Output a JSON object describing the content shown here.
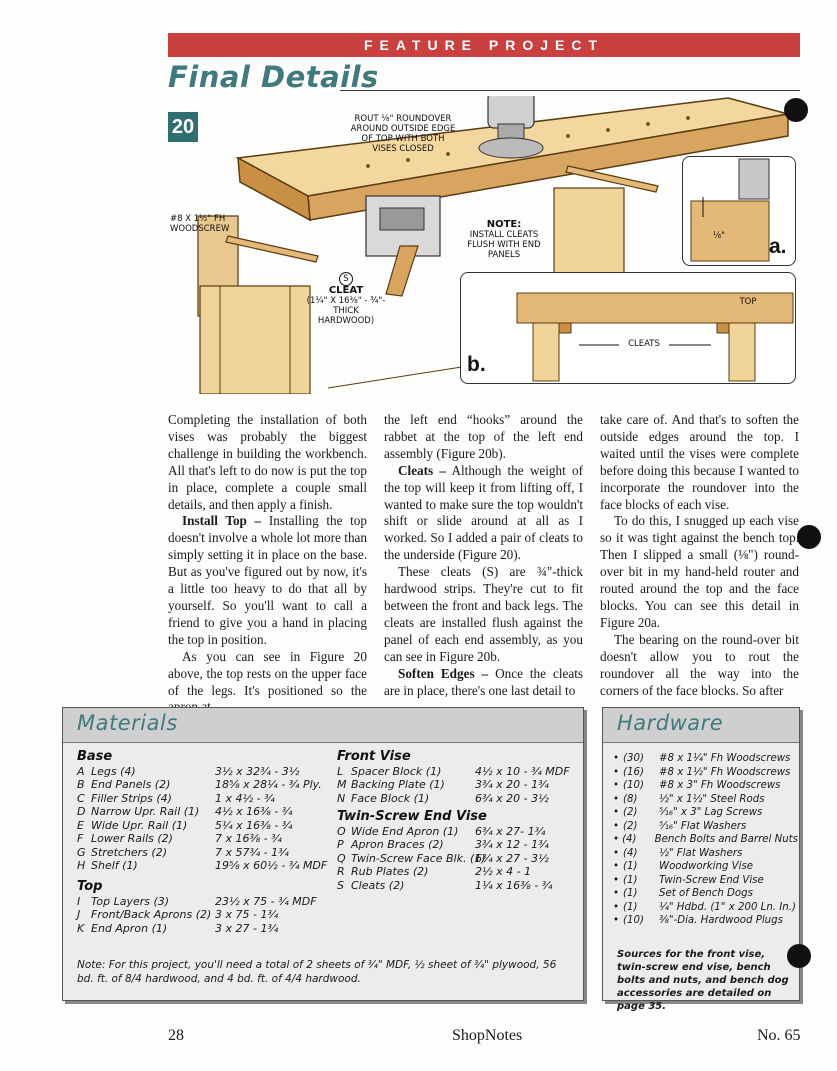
{
  "banner": "FEATURE PROJECT",
  "title": "Final Details",
  "figure": {
    "number": "20",
    "labels": {
      "rout": "ROUT ⅛\" ROUNDOVER AROUND OUTSIDE EDGE OF TOP WITH BOTH VISES CLOSED",
      "woodscrew": "#8 x 1½\" Fh WOODSCREW",
      "note_title": "NOTE:",
      "note_text": "INSTALL CLEATS FLUSH WITH END PANELS",
      "cleat_letter": "S",
      "cleat_title": "CLEAT",
      "cleat_text": "(1¼\" x 16⅜\" - ¾\"-THICK HARDWOOD)",
      "inset_a": "a.",
      "inset_a_dim": "⅛\"",
      "inset_b": "b.",
      "top": "TOP",
      "cleats": "CLEATS"
    }
  },
  "body": {
    "col1": [
      {
        "text": "Completing the installation of both vises was probably the biggest challenge in building the workbench. All that's left to do now is put the top in place, complete a couple small details, and then apply a finish."
      },
      {
        "head": "Install Top –",
        "text": " Installing the top doesn't involve a whole lot more than simply setting it in place on the base. But as you've figured out by now, it's a little too heavy to do that all by yourself. So you'll want to call a friend to give you a hand in placing the top in position."
      },
      {
        "text": "As you can see in Figure 20 above, the top rests on the upper face of the legs. It's positioned so the apron at"
      }
    ],
    "col2": [
      {
        "text": "the left end “hooks” around the rabbet at the top of the left end assembly (Figure 20b)."
      },
      {
        "head": "Cleats –",
        "text": " Although the weight of the top will keep it from lifting off, I wanted to make sure the top wouldn't shift or slide around at all as I worked. So I added a pair of cleats to the underside (Figure 20)."
      },
      {
        "text": "These cleats (S) are ¾\"-thick hardwood strips. They're cut to fit between the front and back legs. The cleats are installed flush against the panel of each end assembly, as you can see in Figure 20b."
      },
      {
        "head": "Soften Edges –",
        "text": " Once the cleats are in place, there's one last detail to"
      }
    ],
    "col3": [
      {
        "text": "take care of. And that's to soften the outside edges around the top. I waited until the vises were complete before doing this because I wanted to incorporate the roundover into the face blocks of each vise."
      },
      {
        "text": "To do this, I snugged up each vise so it was tight against the bench top. Then I slipped a small (⅛\") round-over bit in my hand-held router and routed around the top and the face blocks. You can see this detail in Figure 20a."
      },
      {
        "text": "The bearing on the round-over bit doesn't allow you to rout the roundover all the way into the corners of the face blocks. So after"
      }
    ]
  },
  "materials": {
    "title": "Materials",
    "groups": [
      {
        "name": "Base",
        "items": [
          {
            "k": "A",
            "n": "Legs (4)",
            "d": "3½ x 32¾ - 3½"
          },
          {
            "k": "B",
            "n": "End Panels (2)",
            "d": "18⅝ x 28¼ - ¾ Ply."
          },
          {
            "k": "C",
            "n": "Filler Strips (4)",
            "d": "1 x 4½ - ¾"
          },
          {
            "k": "D",
            "n": "Narrow Upr. Rail (1)",
            "d": "4½ x 16⅜ - ¾"
          },
          {
            "k": "E",
            "n": "Wide Upr. Rail (1)",
            "d": "5¼ x 16⅜ - ¾"
          },
          {
            "k": "F",
            "n": "Lower Rails (2)",
            "d": "7 x 16⅜ - ¾"
          },
          {
            "k": "G",
            "n": "Stretchers (2)",
            "d": "7 x 57¾ - 1¾"
          },
          {
            "k": "H",
            "n": "Shelf (1)",
            "d": "19⅝ x 60½ - ¾ MDF"
          }
        ]
      },
      {
        "name": "Top",
        "items": [
          {
            "k": "I",
            "n": "Top Layers (3)",
            "d": "23½ x 75 - ¾ MDF"
          },
          {
            "k": "J",
            "n": "Front/Back Aprons (2)",
            "d": "3 x 75 - 1¾"
          },
          {
            "k": "K",
            "n": "End Apron (1)",
            "d": "3 x 27 - 1¾"
          }
        ]
      },
      {
        "name": "Front Vise",
        "items": [
          {
            "k": "L",
            "n": "Spacer Block (1)",
            "d": "4½ x 10 - ¾ MDF"
          },
          {
            "k": "M",
            "n": "Backing Plate (1)",
            "d": "3¾ x 20 - 1¾"
          },
          {
            "k": "N",
            "n": "Face Block (1)",
            "d": "6¾ x 20 - 3½"
          }
        ]
      },
      {
        "name": "Twin-Screw End Vise",
        "items": [
          {
            "k": "O",
            "n": "Wide End Apron (1)",
            "d": "6¾ x 27- 1¾"
          },
          {
            "k": "P",
            "n": "Apron Braces (2)",
            "d": "3¾ x 12 - 1¾"
          },
          {
            "k": "Q",
            "n": "Twin-Screw Face Blk. (1)",
            "d": "6¾ x 27 - 3½"
          },
          {
            "k": "R",
            "n": "Rub Plates (2)",
            "d": "2½ x 4 - 1"
          },
          {
            "k": "S",
            "n": "Cleats (2)",
            "d": "1¼ x 16⅜ - ¾"
          }
        ]
      }
    ],
    "note": "Note: For this project, you'll need a total of 2 sheets of ¾\" MDF, ½ sheet of ¾\" plywood, 56 bd. ft. of 8/4 hardwood, and 4 bd. ft. of 4/4 hardwood."
  },
  "hardware": {
    "title": "Hardware",
    "items": [
      {
        "q": "(30)",
        "t": "#8 x 1¼\" Fh Woodscrews"
      },
      {
        "q": "(16)",
        "t": "#8 x 1½\" Fh Woodscrews"
      },
      {
        "q": "(10)",
        "t": "#8 x 3\" Fh Woodscrews"
      },
      {
        "q": "(8)",
        "t": "½\" x 1½\" Steel Rods"
      },
      {
        "q": "(2)",
        "t": "⁵⁄₁₆\" x 3\" Lag Screws"
      },
      {
        "q": "(2)",
        "t": "⁵⁄₁₆\" Flat Washers"
      },
      {
        "q": "(4)",
        "t": "Bench Bolts and Barrel Nuts"
      },
      {
        "q": "(4)",
        "t": "½\" Flat Washers"
      },
      {
        "q": "(1)",
        "t": "Woodworking Vise"
      },
      {
        "q": "(1)",
        "t": "Twin-Screw End Vise"
      },
      {
        "q": "(1)",
        "t": "Set of Bench Dogs"
      },
      {
        "q": "(1)",
        "t": "¼\" Hdbd. (1\" x 200 Ln. In.)"
      },
      {
        "q": "(10)",
        "t": "⅜\"-Dia. Hardwood Plugs"
      }
    ],
    "note": "Sources for the front vise, twin-screw end vise, bench bolts and nuts, and bench dog accessories are detailed on page 35."
  },
  "footer": {
    "page": "28",
    "magazine": "ShopNotes",
    "issue": "No. 65"
  }
}
